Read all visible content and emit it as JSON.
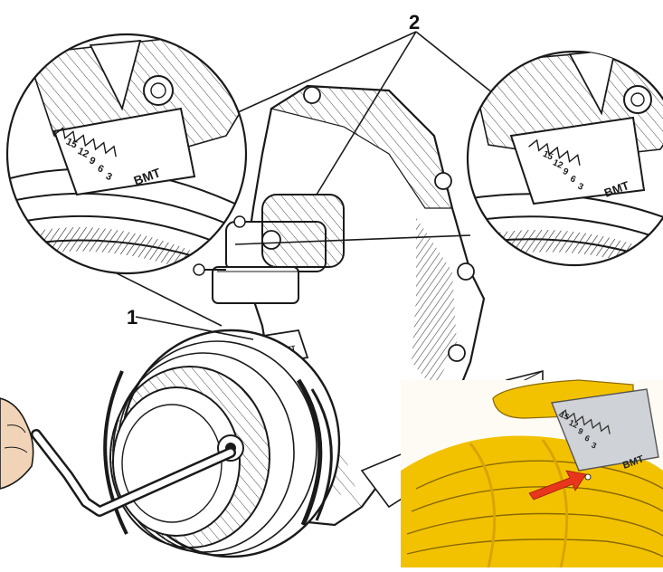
{
  "callouts": {
    "label_1": "1",
    "label_2": "2"
  },
  "scale": {
    "tdc_mark": "ВМТ",
    "digits": [
      "3",
      "6",
      "9",
      "12",
      "15"
    ]
  },
  "colors": {
    "ink": "#1a1a1a",
    "paper": "#ffffff",
    "pulley_yellow": "#f2c200",
    "pulley_yellow_dark": "#d9a400",
    "pointer_gray": "#cfd2d6",
    "finger_skin": "#f1d4b8",
    "arrow_red": "#e8361c"
  },
  "icons": {
    "arrow": "red-arrow-icon",
    "hand": "hand-icon",
    "crank": "crank-handle-icon"
  }
}
